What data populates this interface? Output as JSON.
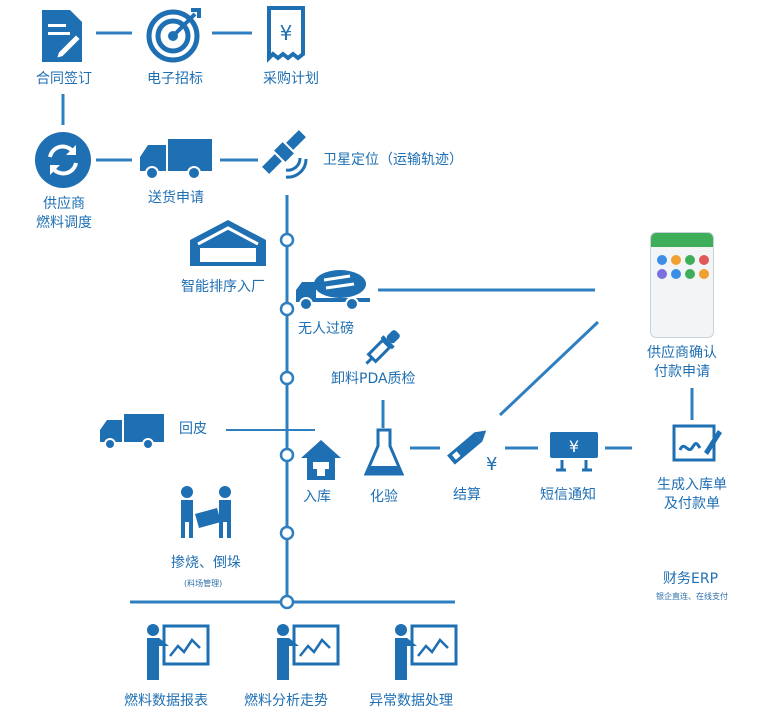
{
  "colors": {
    "primary": "#1f6fb3",
    "line": "#2f7fc0",
    "phone_green": "#3fae5a"
  },
  "labels": {
    "contract": "合同签订",
    "bidding": "电子招标",
    "plan": "采购计划",
    "supplier_dispatch": "供应商\n燃料调度",
    "delivery": "送货申请",
    "satellite": "卫星定位（运输轨迹）",
    "queue": "智能排序入厂",
    "weigh": "无人过磅",
    "pda": "卸料PDA质检",
    "return": "回皮",
    "storage": "入库",
    "lab": "化验",
    "settle": "结算",
    "sms": "短信通知",
    "supplier_confirm": "供应商确认\n付款申请",
    "gen_docs": "生成入库单\n及付款单",
    "blend": "掺烧、倒垛",
    "yard": "(料场管理)",
    "erp": "财务ERP",
    "erp_sub": "银企直连、在线支付",
    "report": "燃料数据报表",
    "trend": "燃料分析走势",
    "abnormal": "异常数据处理"
  },
  "icons": [
    "document-edit-icon",
    "target-icon",
    "invoice-icon",
    "refresh-icon",
    "truck-icon",
    "satellite-icon",
    "warehouse-icon",
    "cement-truck-icon",
    "pipette-icon",
    "small-truck-icon",
    "house-box-icon",
    "flask-icon",
    "yen-pencil-icon",
    "yen-screen-icon",
    "signature-icon",
    "workers-icon",
    "presenter-chart-icon",
    "mobile-app-icon"
  ]
}
